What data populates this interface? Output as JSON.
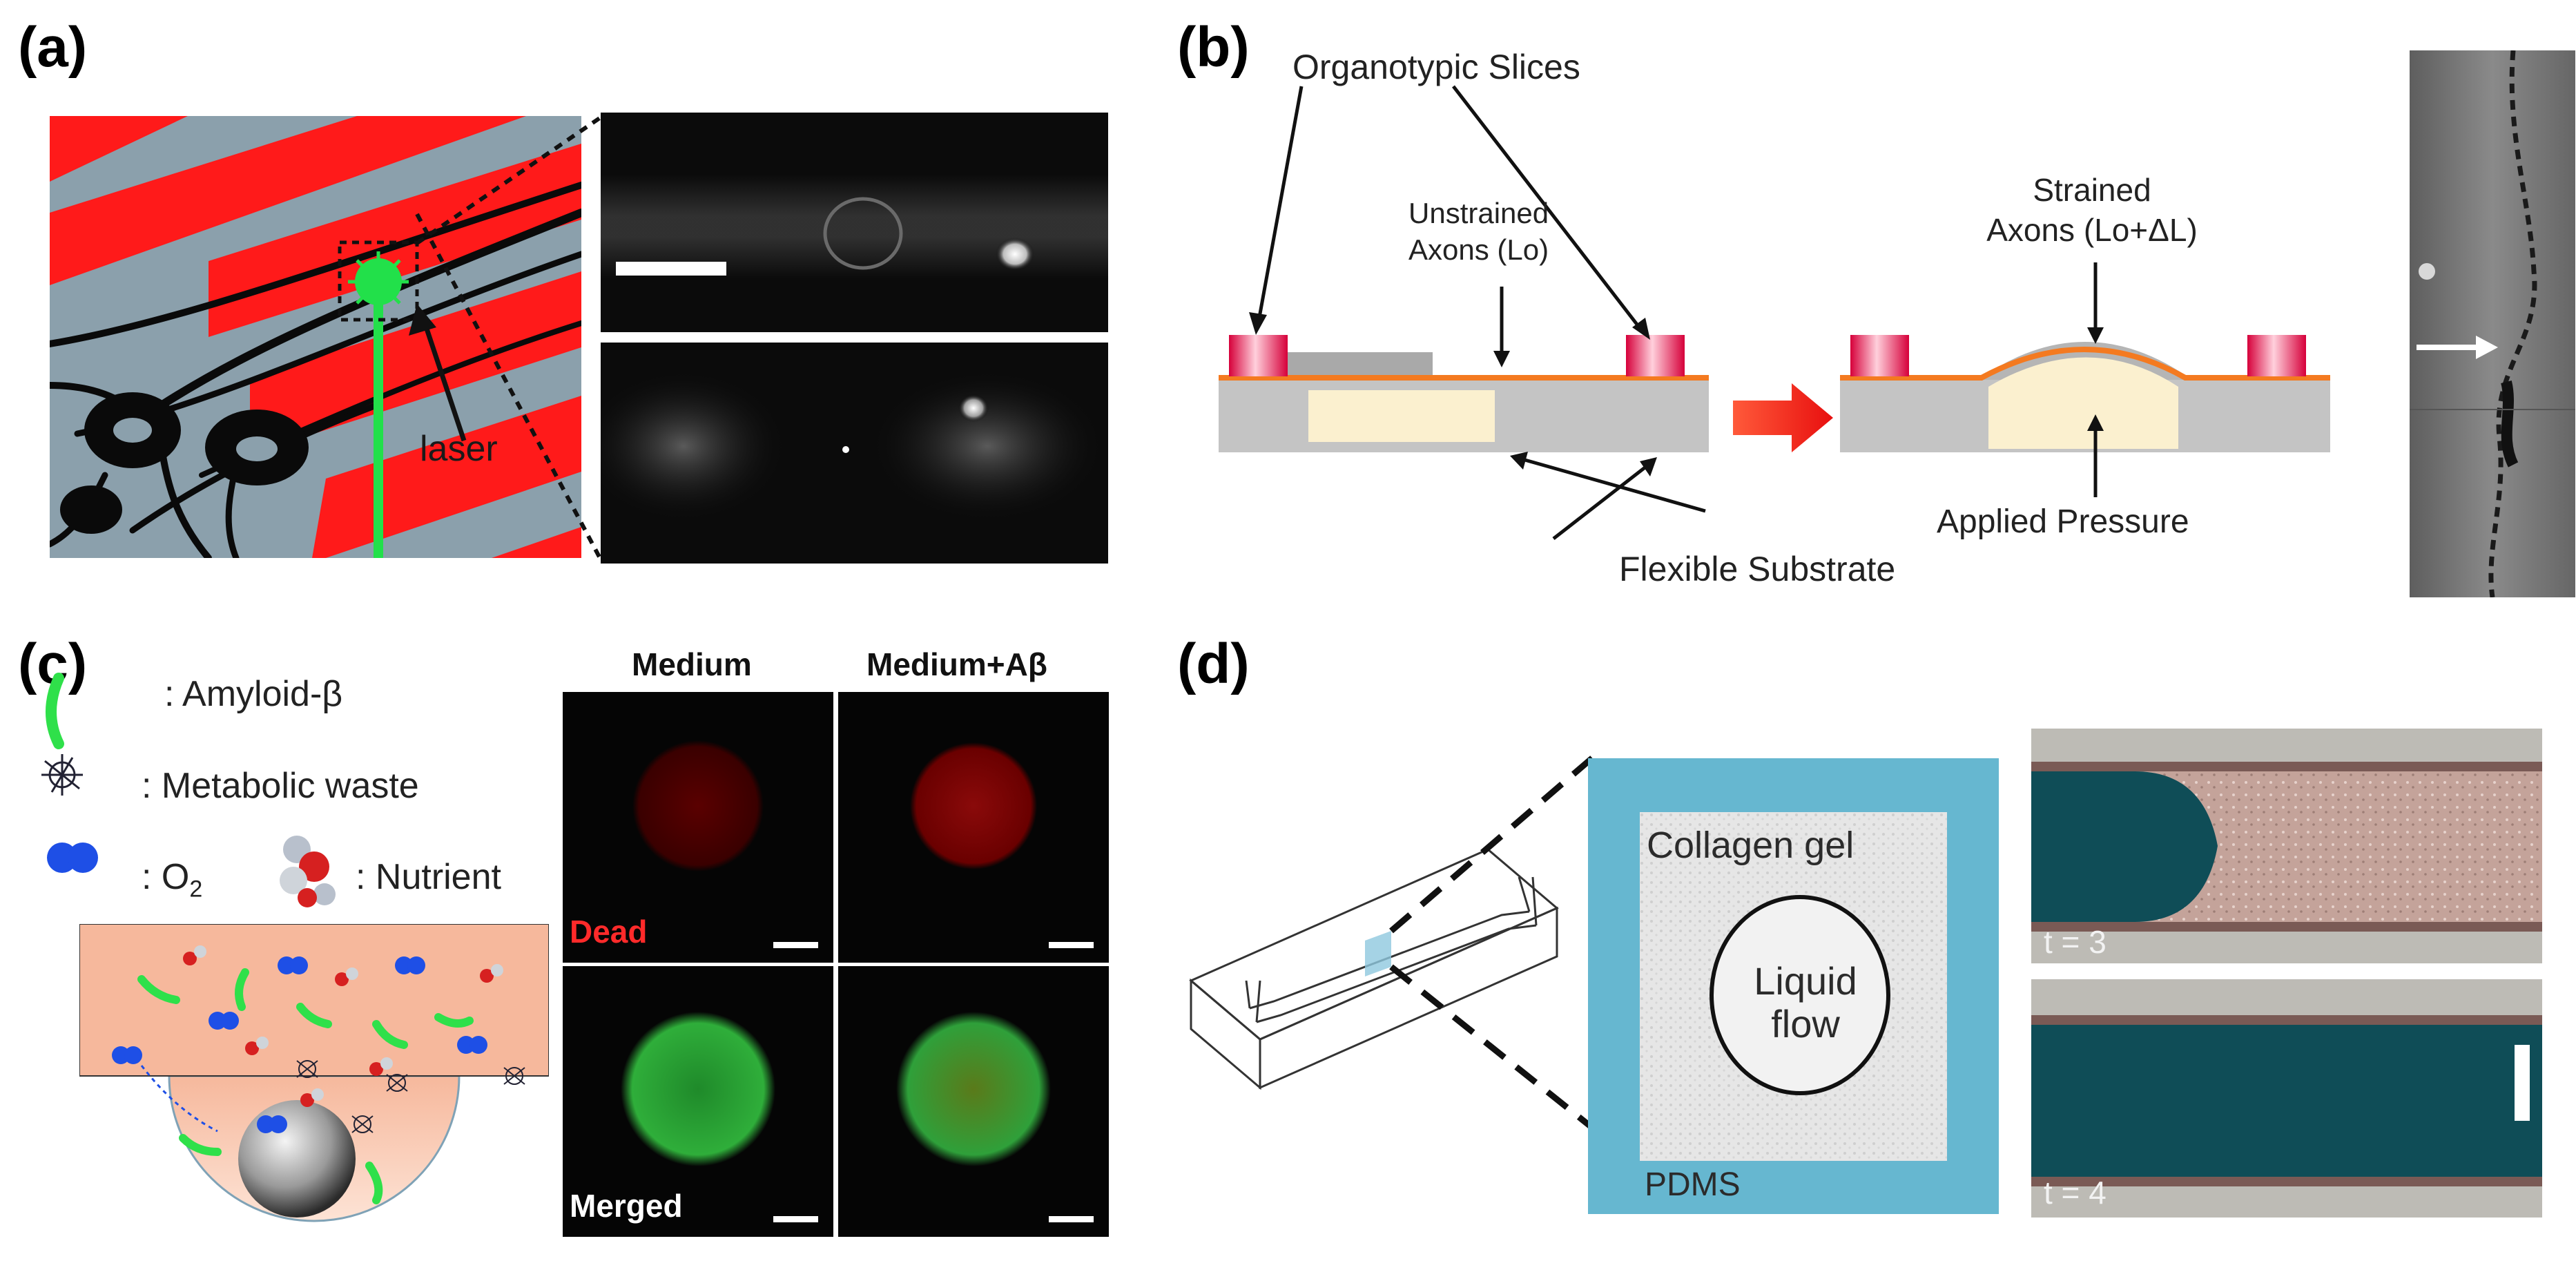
{
  "panels": {
    "a": {
      "label": "(a)",
      "laser_label": "laser"
    },
    "b": {
      "label": "(b)",
      "organotypic": "Organotypic Slices",
      "unstrained_1": "Unstrained",
      "unstrained_2": "Axons (Lo)",
      "strained_1": "Strained",
      "strained_2": "Axons (Lo+ΔL)",
      "pressure": "Applied Pressure",
      "substrate": "Flexible Substrate"
    },
    "c": {
      "label": "(c)",
      "legend_amyloid": ": Amyloid-β",
      "legend_waste": ": Metabolic waste",
      "legend_o2_pre": ": O",
      "legend_o2_sub": "2",
      "legend_nutrient": ": Nutrient",
      "col_medium": "Medium",
      "col_medium_ab": "Medium+Aβ",
      "row_dead": "Dead",
      "row_merged": "Merged"
    },
    "d": {
      "label": "(d)",
      "collagen": "Collagen gel",
      "liquid_1": "Liquid",
      "liquid_2": "flow",
      "pdms": "PDMS",
      "t3": "t = 3",
      "t4": "t = 4"
    }
  },
  "colors": {
    "stripe_red": "#ff1a1a",
    "laser_green": "#22e04a",
    "substrate_gray": "#c4c4c4",
    "chamber_cream": "#fbf0cf",
    "axon_orange": "#f47a20",
    "arrow_red": "#f01818",
    "medium_salmon": "#f6b89c",
    "pdms_blue": "#66b7d0",
    "dead_red": "#ff2a2a"
  }
}
